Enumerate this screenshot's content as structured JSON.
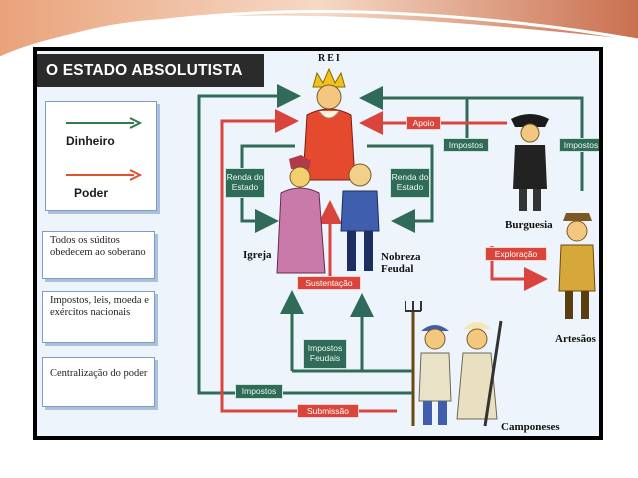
{
  "title": "O ESTADO ABSOLUTISTA",
  "legend": {
    "money": "Dinheiro",
    "power": "Poder",
    "colors": {
      "money": "#2f7a4e",
      "power": "#e0522e"
    }
  },
  "notes": [
    "Todos os súditos obedecem ao soberano",
    "Impostos, leis, moeda e exércitos nacionais",
    "Centralização do poder"
  ],
  "actors": {
    "king": "REI",
    "church": "Igreja",
    "nobility": "Nobreza Feudal",
    "bourgeoisie": "Burguesia",
    "artisans": "Artesãos",
    "peasants": "Camponeses"
  },
  "flow_tags": {
    "support": "Apoio",
    "taxes_bourgeoisie": "Impostos",
    "taxes_artisans": "Impostos",
    "state_income_church": "Renda do Estado",
    "state_income_nobility": "Renda do Estado",
    "sustain": "Sustentação",
    "exploitation": "Exploração",
    "feudal_taxes": "Impostos Feudais",
    "taxes_peasants": "Impostos",
    "submission": "Submissão"
  }
}
